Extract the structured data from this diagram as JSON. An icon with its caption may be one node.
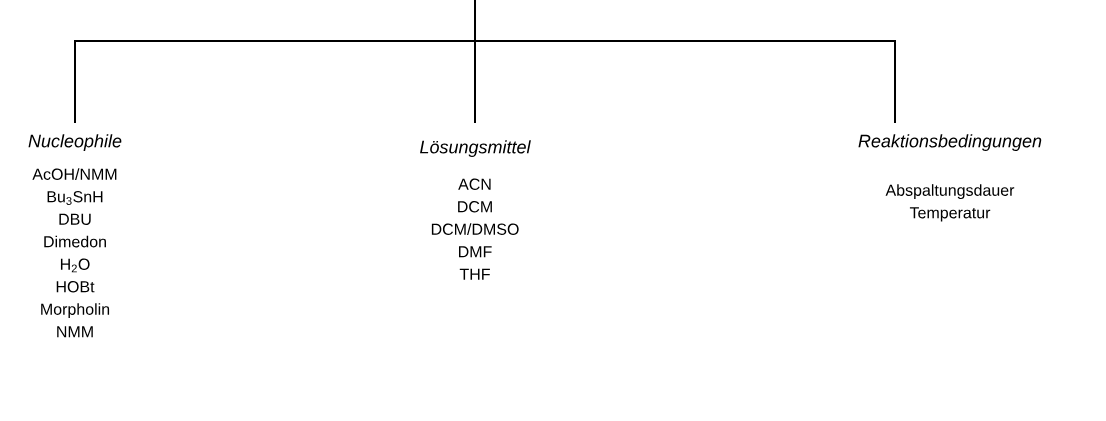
{
  "diagram": {
    "nodes": [
      {
        "text": [
          "Nucleophile",
          "AcOH/NMM",
          "Bu$_{3}$SnH",
          "DBU",
          "Dimedon",
          "H$_{2}$O",
          "HOBt",
          "Morpholin",
          "NMM"
        ]
      },
      {
        "text": [
          "Lösungsmittel",
          "ACN",
          "DCM",
          "DCM/DMSO",
          "DMF",
          "THF"
        ]
      },
      {
        "text": [
          "Reaktionsbedingungen",
          "Abspaltungsdauer",
          "Temperatur"
        ]
      }
    ],
    "edges": [
      {
        "from": null,
        "to": 0,
        "arrow": "none"
      },
      {
        "from": null,
        "to": 1,
        "arrow": "none"
      },
      {
        "from": null,
        "to": 2,
        "arrow": "none"
      }
    ]
  }
}
